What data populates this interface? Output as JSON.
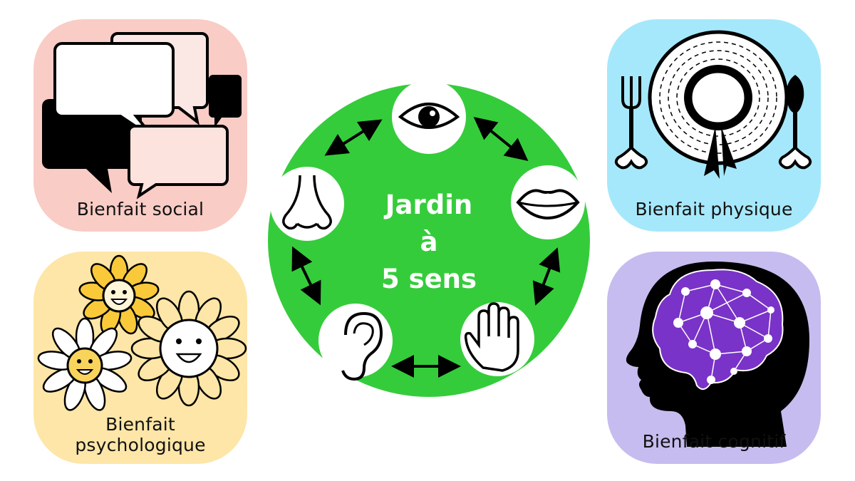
{
  "colors": {
    "social_bg": "#f9ccc6",
    "physique_bg": "#a6e8fb",
    "psychologique_bg": "#fde6a7",
    "cognitif_bg": "#c7bcef",
    "circle_green": "#35cc3b",
    "brain_purple": "#7a33c8"
  },
  "cards": {
    "social": {
      "label": "Bienfait social",
      "icon": "speech-bubbles-icon"
    },
    "physique": {
      "label": "Bienfait physique",
      "icon": "sun-hat-garden-tools-icon"
    },
    "psychologique": {
      "label_line1": "Bienfait",
      "label_line2": "psychologique",
      "icon": "smiling-flowers-icon"
    },
    "cognitif": {
      "label": "Bienfait cognitif",
      "icon": "brain-head-icon"
    }
  },
  "center": {
    "title_line1": "Jardin",
    "title_line2": "à",
    "title_line3": "5 sens",
    "senses": [
      "eye-icon",
      "mouth-icon",
      "hand-icon",
      "ear-icon",
      "nose-icon"
    ]
  }
}
